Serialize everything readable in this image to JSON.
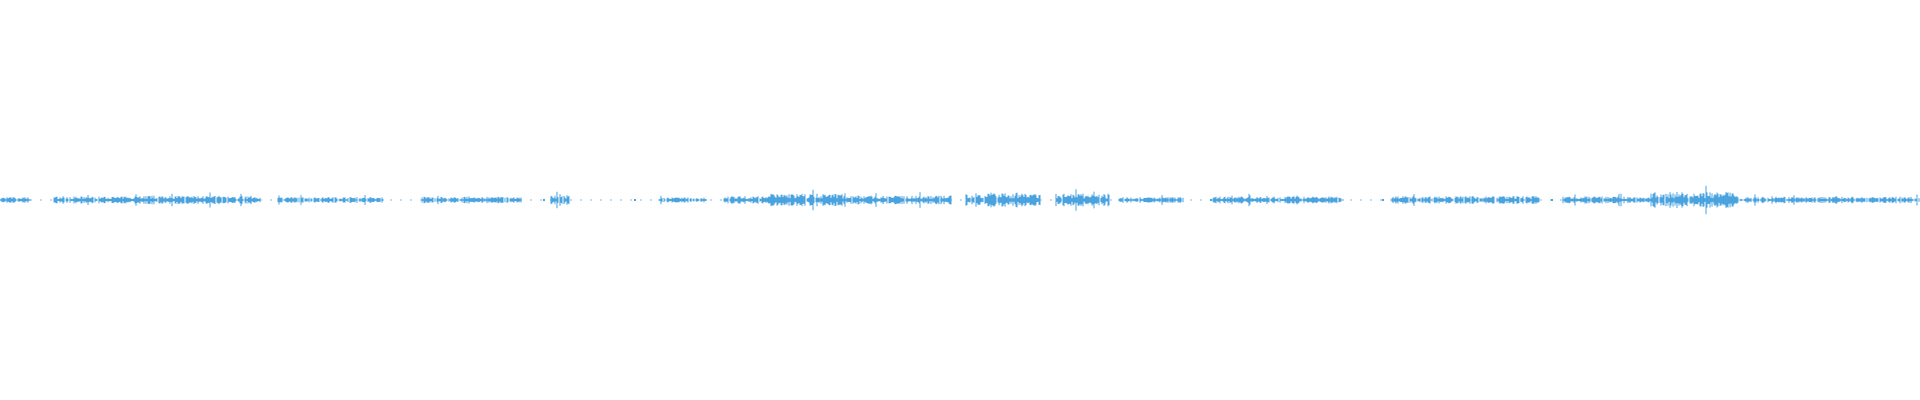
{
  "waveform": {
    "color": "#4aa3df",
    "segments": [
      {
        "start": 0.0,
        "end": 0.016,
        "level": 0.18
      },
      {
        "start": 0.028,
        "end": 0.066,
        "level": 0.22
      },
      {
        "start": 0.066,
        "end": 0.088,
        "level": 0.28
      },
      {
        "start": 0.088,
        "end": 0.136,
        "level": 0.26
      },
      {
        "start": 0.145,
        "end": 0.2,
        "level": 0.18
      },
      {
        "start": 0.22,
        "end": 0.272,
        "level": 0.2
      },
      {
        "start": 0.287,
        "end": 0.297,
        "level": 0.3
      },
      {
        "start": 0.343,
        "end": 0.368,
        "level": 0.16
      },
      {
        "start": 0.377,
        "end": 0.4,
        "level": 0.24
      },
      {
        "start": 0.4,
        "end": 0.44,
        "level": 0.4
      },
      {
        "start": 0.44,
        "end": 0.496,
        "level": 0.28
      },
      {
        "start": 0.503,
        "end": 0.542,
        "level": 0.42
      },
      {
        "start": 0.55,
        "end": 0.578,
        "level": 0.4
      },
      {
        "start": 0.583,
        "end": 0.617,
        "level": 0.18
      },
      {
        "start": 0.632,
        "end": 0.7,
        "level": 0.22
      },
      {
        "start": 0.725,
        "end": 0.802,
        "level": 0.24
      },
      {
        "start": 0.814,
        "end": 0.86,
        "level": 0.22
      },
      {
        "start": 0.86,
        "end": 0.905,
        "level": 0.5
      },
      {
        "start": 0.905,
        "end": 1.0,
        "level": 0.2
      }
    ],
    "dots": [
      0.03,
      0.283,
      0.33,
      0.63,
      0.72,
      0.808
    ]
  }
}
